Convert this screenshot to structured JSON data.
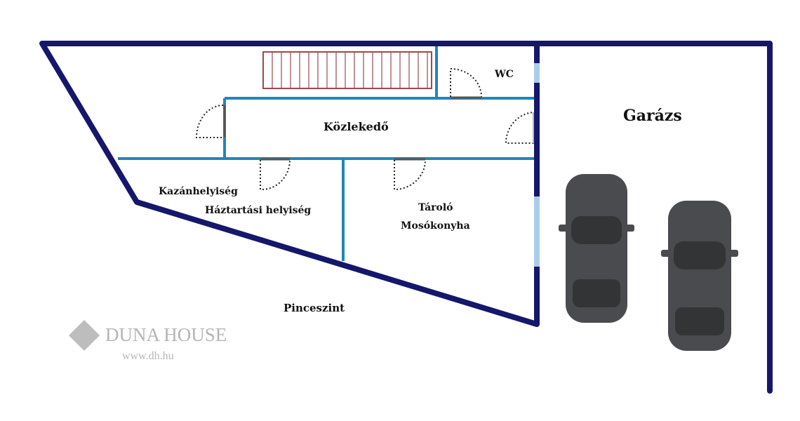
{
  "rooms": {
    "wc": "WC",
    "corridor": "Közlekedő",
    "boiler": "Kazánhelyiség",
    "utility": "Háztartási helyiség",
    "storage": "Tároló",
    "laundry": "Mosókonyha",
    "level": "Pinceszint",
    "garage": "Garázs"
  },
  "watermark": {
    "brand": "DUNA HOUSE",
    "url": "www.dh.hu"
  },
  "colors": {
    "outer_wall": "#15176b",
    "inner_wall": "#2187b5",
    "stairs": "#9b4a4a",
    "car": "#4a4b4e",
    "window": "#a9cde8"
  }
}
